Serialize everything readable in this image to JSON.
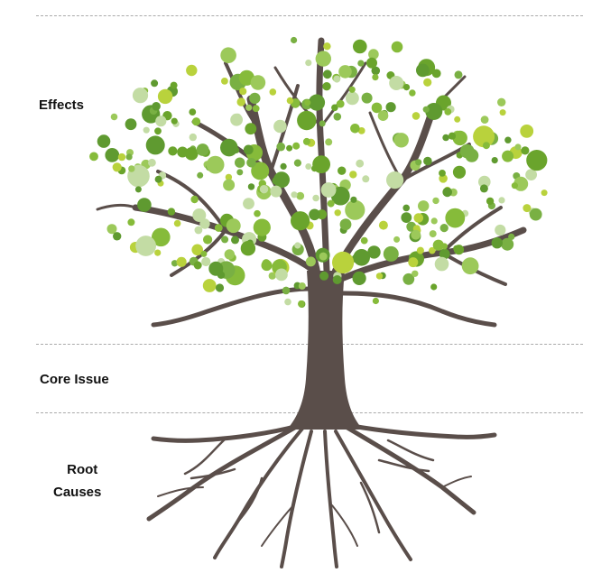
{
  "labels": {
    "effects": "Effects",
    "core_issue": "Core Issue",
    "root_causes_line1": "Root",
    "root_causes_line2": "Causes"
  },
  "colors": {
    "trunk": "#5a4e4a",
    "leaf_palette": [
      "#6aa42c",
      "#86bb3a",
      "#9cc95a",
      "#c3dca4",
      "#b9d23c",
      "#79b043",
      "#5f9a30"
    ],
    "divider": "#a9a9a9",
    "text": "#111111"
  }
}
